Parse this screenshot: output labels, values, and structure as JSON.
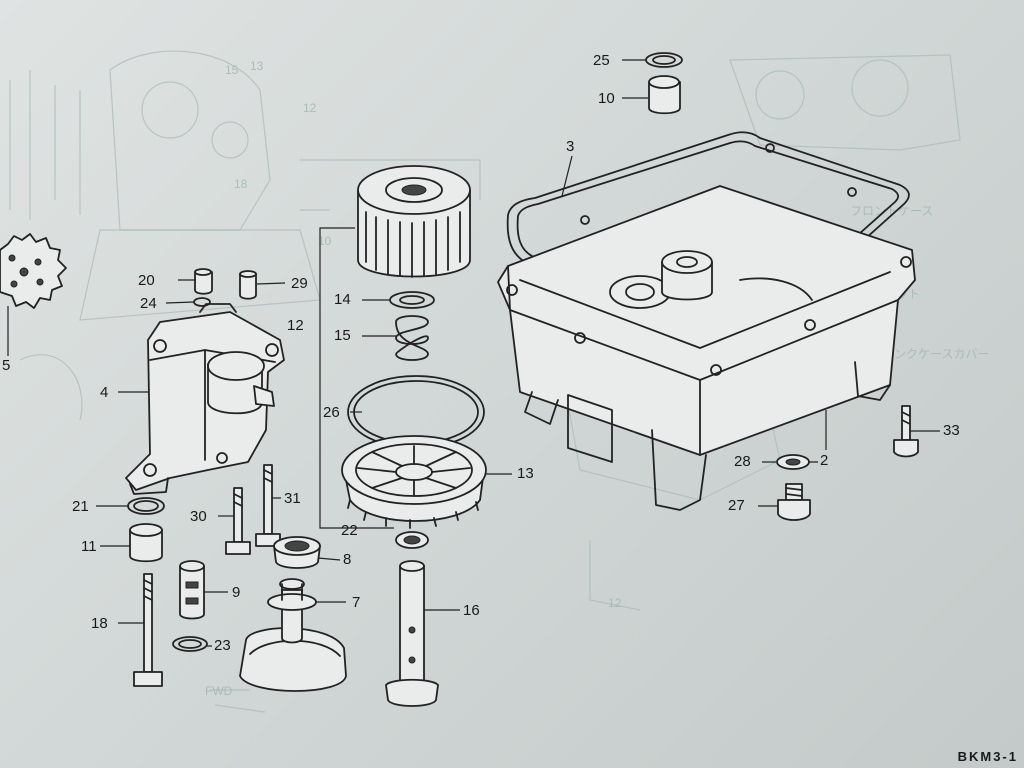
{
  "callouts": {
    "c2": "2",
    "c3": "3",
    "c4": "4",
    "c5": "5",
    "c7": "7",
    "c8": "8",
    "c9": "9",
    "c10": "10",
    "c11": "11",
    "c12": "12",
    "c13": "13",
    "c14": "14",
    "c15": "15",
    "c16": "16",
    "c18": "18",
    "c20": "20",
    "c21": "21",
    "c22": "22",
    "c23": "23",
    "c24": "24",
    "c25": "25",
    "c26": "26",
    "c27": "27",
    "c28": "28",
    "c29": "29",
    "c30": "30",
    "c31": "31",
    "c33": "33"
  },
  "reference_code": "BKM3-1",
  "colors": {
    "paper": "#dfe3e2",
    "ink": "#222222",
    "ghost": "#a8bcb8"
  }
}
